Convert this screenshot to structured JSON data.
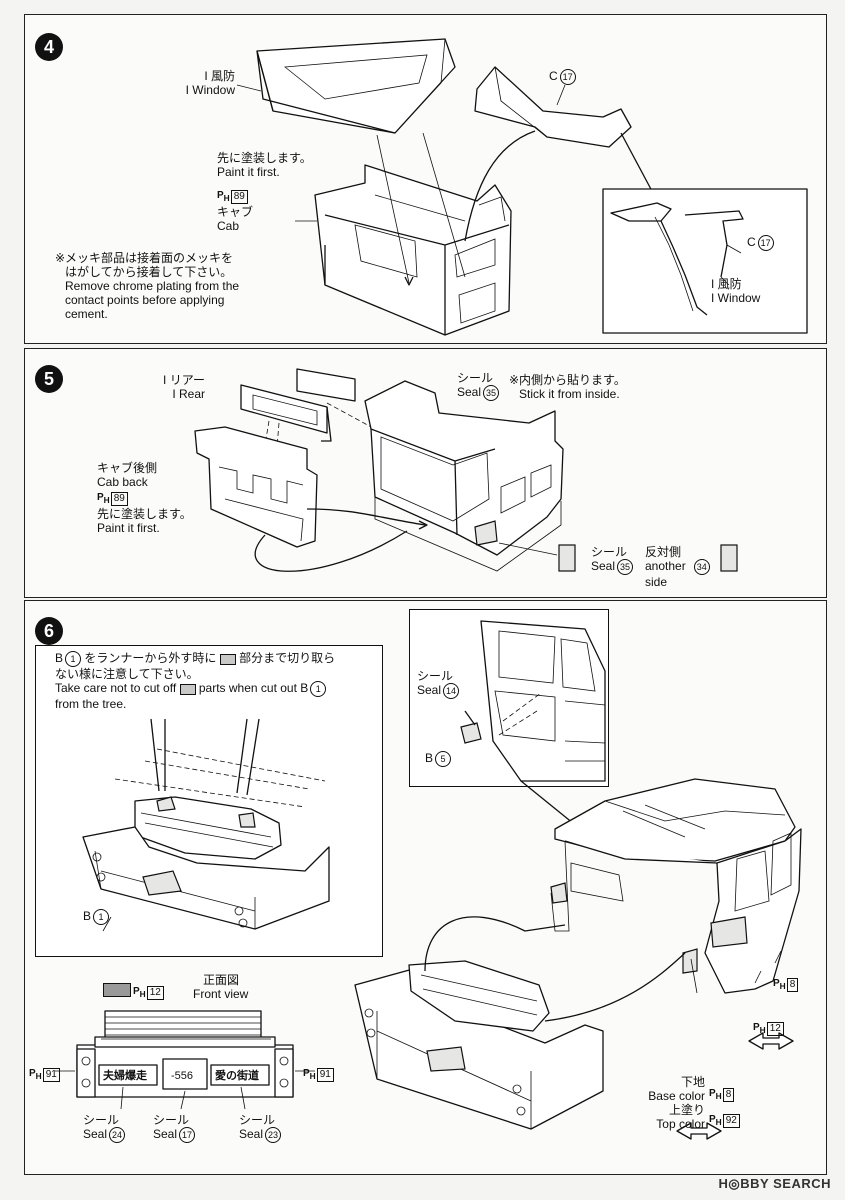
{
  "step4": {
    "number": "4",
    "window_label_jp": "I 風防",
    "window_label_en": "I Window",
    "paint_first_jp": "先に塗装します。",
    "paint_first_en": "Paint it first.",
    "cab_paint_code": "89",
    "cab_jp": "キャブ",
    "cab_en": "Cab",
    "note_jp_1": "※メッキ部品は接着面のメッキを",
    "note_jp_2": "はがしてから接着して下さい。",
    "note_en_1": "Remove chrome plating from the",
    "note_en_2": "contact points before applying",
    "note_en_3": "cement.",
    "part_c": "C",
    "part_c_num": "17",
    "detail_c": "C",
    "detail_c_num": "17",
    "detail_window_jp": "I 風防",
    "detail_window_en": "I Window"
  },
  "step5": {
    "number": "5",
    "rear_jp": "I リアー",
    "rear_en": "I Rear",
    "seal_jp": "シール",
    "seal_en": "Seal",
    "seal_num": "35",
    "inside_jp": "※内側から貼ります。",
    "inside_en": "Stick it from inside.",
    "cabback_jp": "キャブ後側",
    "cabback_en": "Cab back",
    "cabback_code": "89",
    "paint_first_jp": "先に塗装します。",
    "paint_first_en": "Paint it first.",
    "seal2_jp": "シール",
    "seal2_en": "Seal",
    "seal2_num": "35",
    "other_jp": "反対側",
    "other_en1": "another",
    "other_en2": "side",
    "other_num": "34"
  },
  "step6": {
    "number": "6",
    "caution_b": "B",
    "caution_b_num": "1",
    "caution_jp_1": "をランナーから外す時に",
    "caution_jp_1b": "部分まで切り取ら",
    "caution_jp_2": "ない様に注意して下さい。",
    "caution_en_1": "Take care not to cut off",
    "caution_en_1b": "parts when cut out",
    "caution_en_b": "B",
    "caution_en_b_num": "1",
    "caution_en_2": "from the tree.",
    "b1_label": "B",
    "b1_num": "1",
    "seal14_jp": "シール",
    "seal14_en": "Seal",
    "seal14_num": "14",
    "b5_label": "B",
    "b5_num": "5",
    "legend_code": "12",
    "front_view_jp": "正面図",
    "front_view_en": "Front view",
    "left_code": "91",
    "right_code": "91",
    "plate_left": "夫婦爆走",
    "plate_mid": "-556",
    "plate_right": "愛の街道",
    "seal24_jp": "シール",
    "seal24_en": "Seal",
    "seal24_num": "24",
    "seal17_jp": "シール",
    "seal17_en": "Seal",
    "seal17_num": "17",
    "seal23_jp": "シール",
    "seal23_en": "Seal",
    "seal23_num": "23",
    "ph8": "8",
    "ph12": "12",
    "base_jp": "下地",
    "base_en": "Base color",
    "base_code": "8",
    "top_jp": "上塗り",
    "top_en": "Top color",
    "top_code": "92"
  },
  "watermark": "H◎BBY SEARCH",
  "colors": {
    "ink": "#111111",
    "paper": "#fbfbf9",
    "legend_grey": "#9a9a9a"
  }
}
